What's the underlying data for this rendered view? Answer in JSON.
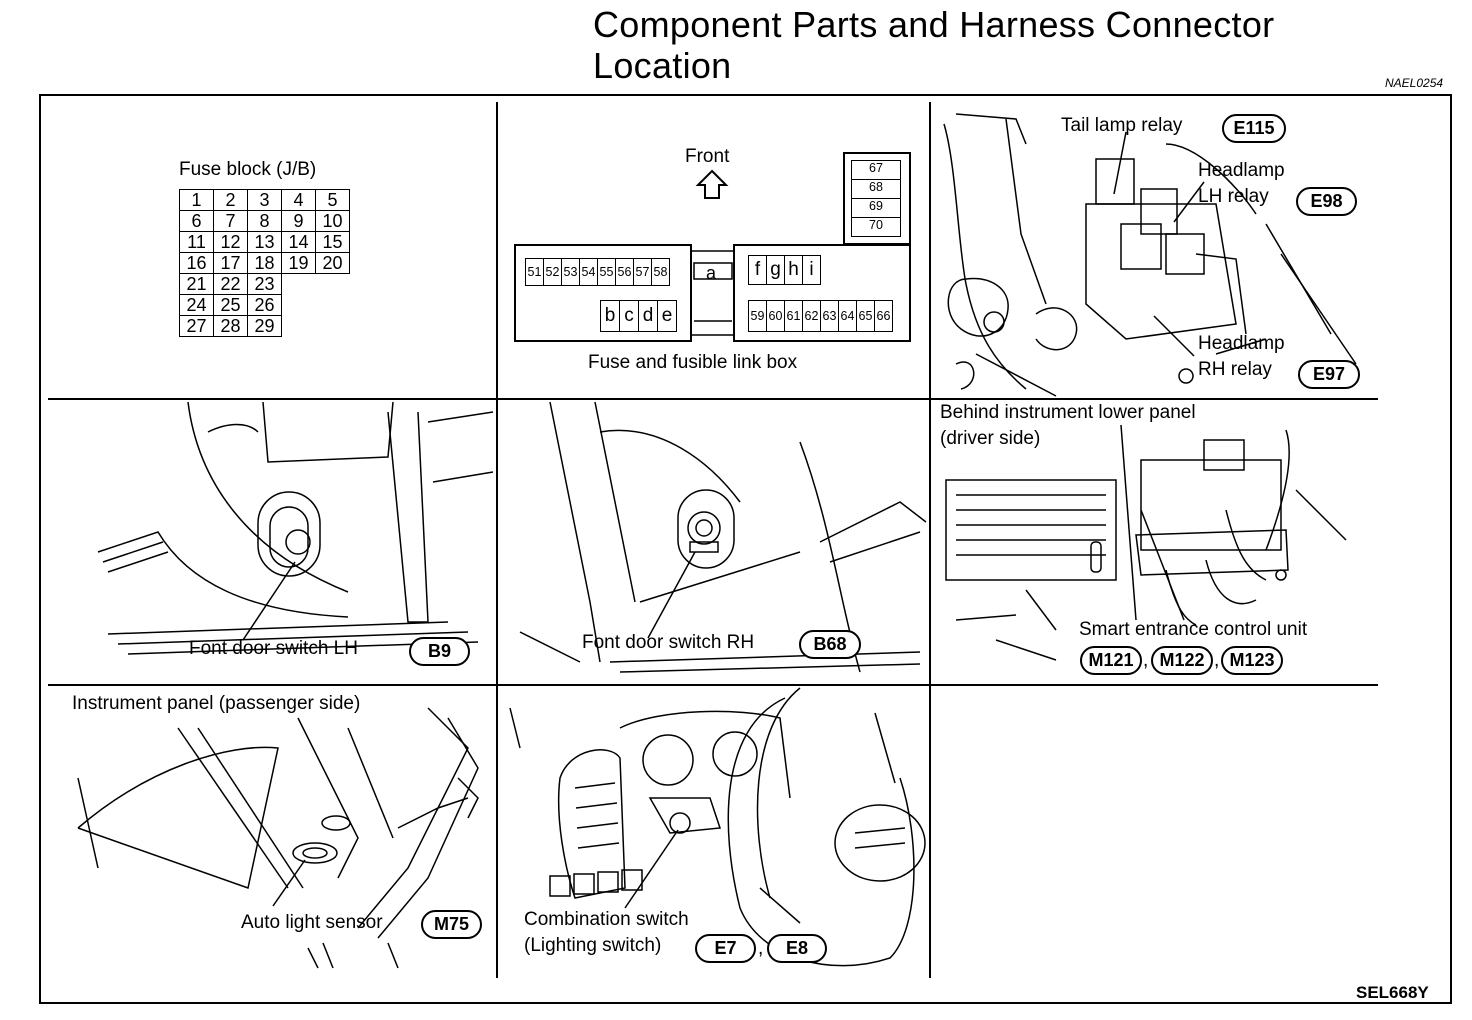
{
  "header": {
    "title_line1": "Component Parts and Harness Connector",
    "title_line2": "Location",
    "top_code": "NAEL0254",
    "bottom_code": "SEL668Y"
  },
  "fuse_block": {
    "label": "Fuse block (J/B)",
    "rows": [
      [
        "1",
        "2",
        "3",
        "4",
        "5"
      ],
      [
        "6",
        "7",
        "8",
        "9",
        "10"
      ],
      [
        "11",
        "12",
        "13",
        "14",
        "15"
      ],
      [
        "16",
        "17",
        "18",
        "19",
        "20"
      ],
      [
        "21",
        "22",
        "23"
      ],
      [
        "24",
        "25",
        "26"
      ],
      [
        "27",
        "28",
        "29"
      ]
    ]
  },
  "fuse_link_box": {
    "front_label": "Front",
    "label": "Fuse and fusible link box",
    "top_right": [
      "67",
      "68",
      "69",
      "70"
    ],
    "left_row": [
      "51",
      "52",
      "53",
      "54",
      "55",
      "56",
      "57",
      "58"
    ],
    "center_letter": "a",
    "letters_right": [
      "f",
      "g",
      "h",
      "i"
    ],
    "letters_left": [
      "b",
      "c",
      "d",
      "e"
    ],
    "right_row": [
      "59",
      "60",
      "61",
      "62",
      "63",
      "64",
      "65",
      "66"
    ]
  },
  "relays": {
    "tail_lamp": "Tail lamp relay",
    "tail_lamp_conn": "E115",
    "headlamp_lh_1": "Headlamp",
    "headlamp_lh_2": "LH relay",
    "headlamp_lh_conn": "E98",
    "headlamp_rh_1": "Headlamp",
    "headlamp_rh_2": "RH relay",
    "headlamp_rh_conn": "E97"
  },
  "door_lh": {
    "label": "Font door switch LH",
    "conn": "B9"
  },
  "door_rh": {
    "label": "Font door switch RH",
    "conn": "B68"
  },
  "smart_unit": {
    "location_1": "Behind instrument lower panel",
    "location_2": "(driver side)",
    "label": "Smart entrance control unit",
    "conns": [
      "M121",
      "M122",
      "M123"
    ],
    "sep": ","
  },
  "auto_light": {
    "location": "Instrument panel (passenger side)",
    "label": "Auto light sensor",
    "conn": "M75"
  },
  "combination": {
    "label_1": "Combination switch",
    "label_2": "(Lighting switch)",
    "conns": [
      "E7",
      "E8"
    ],
    "sep": ","
  }
}
